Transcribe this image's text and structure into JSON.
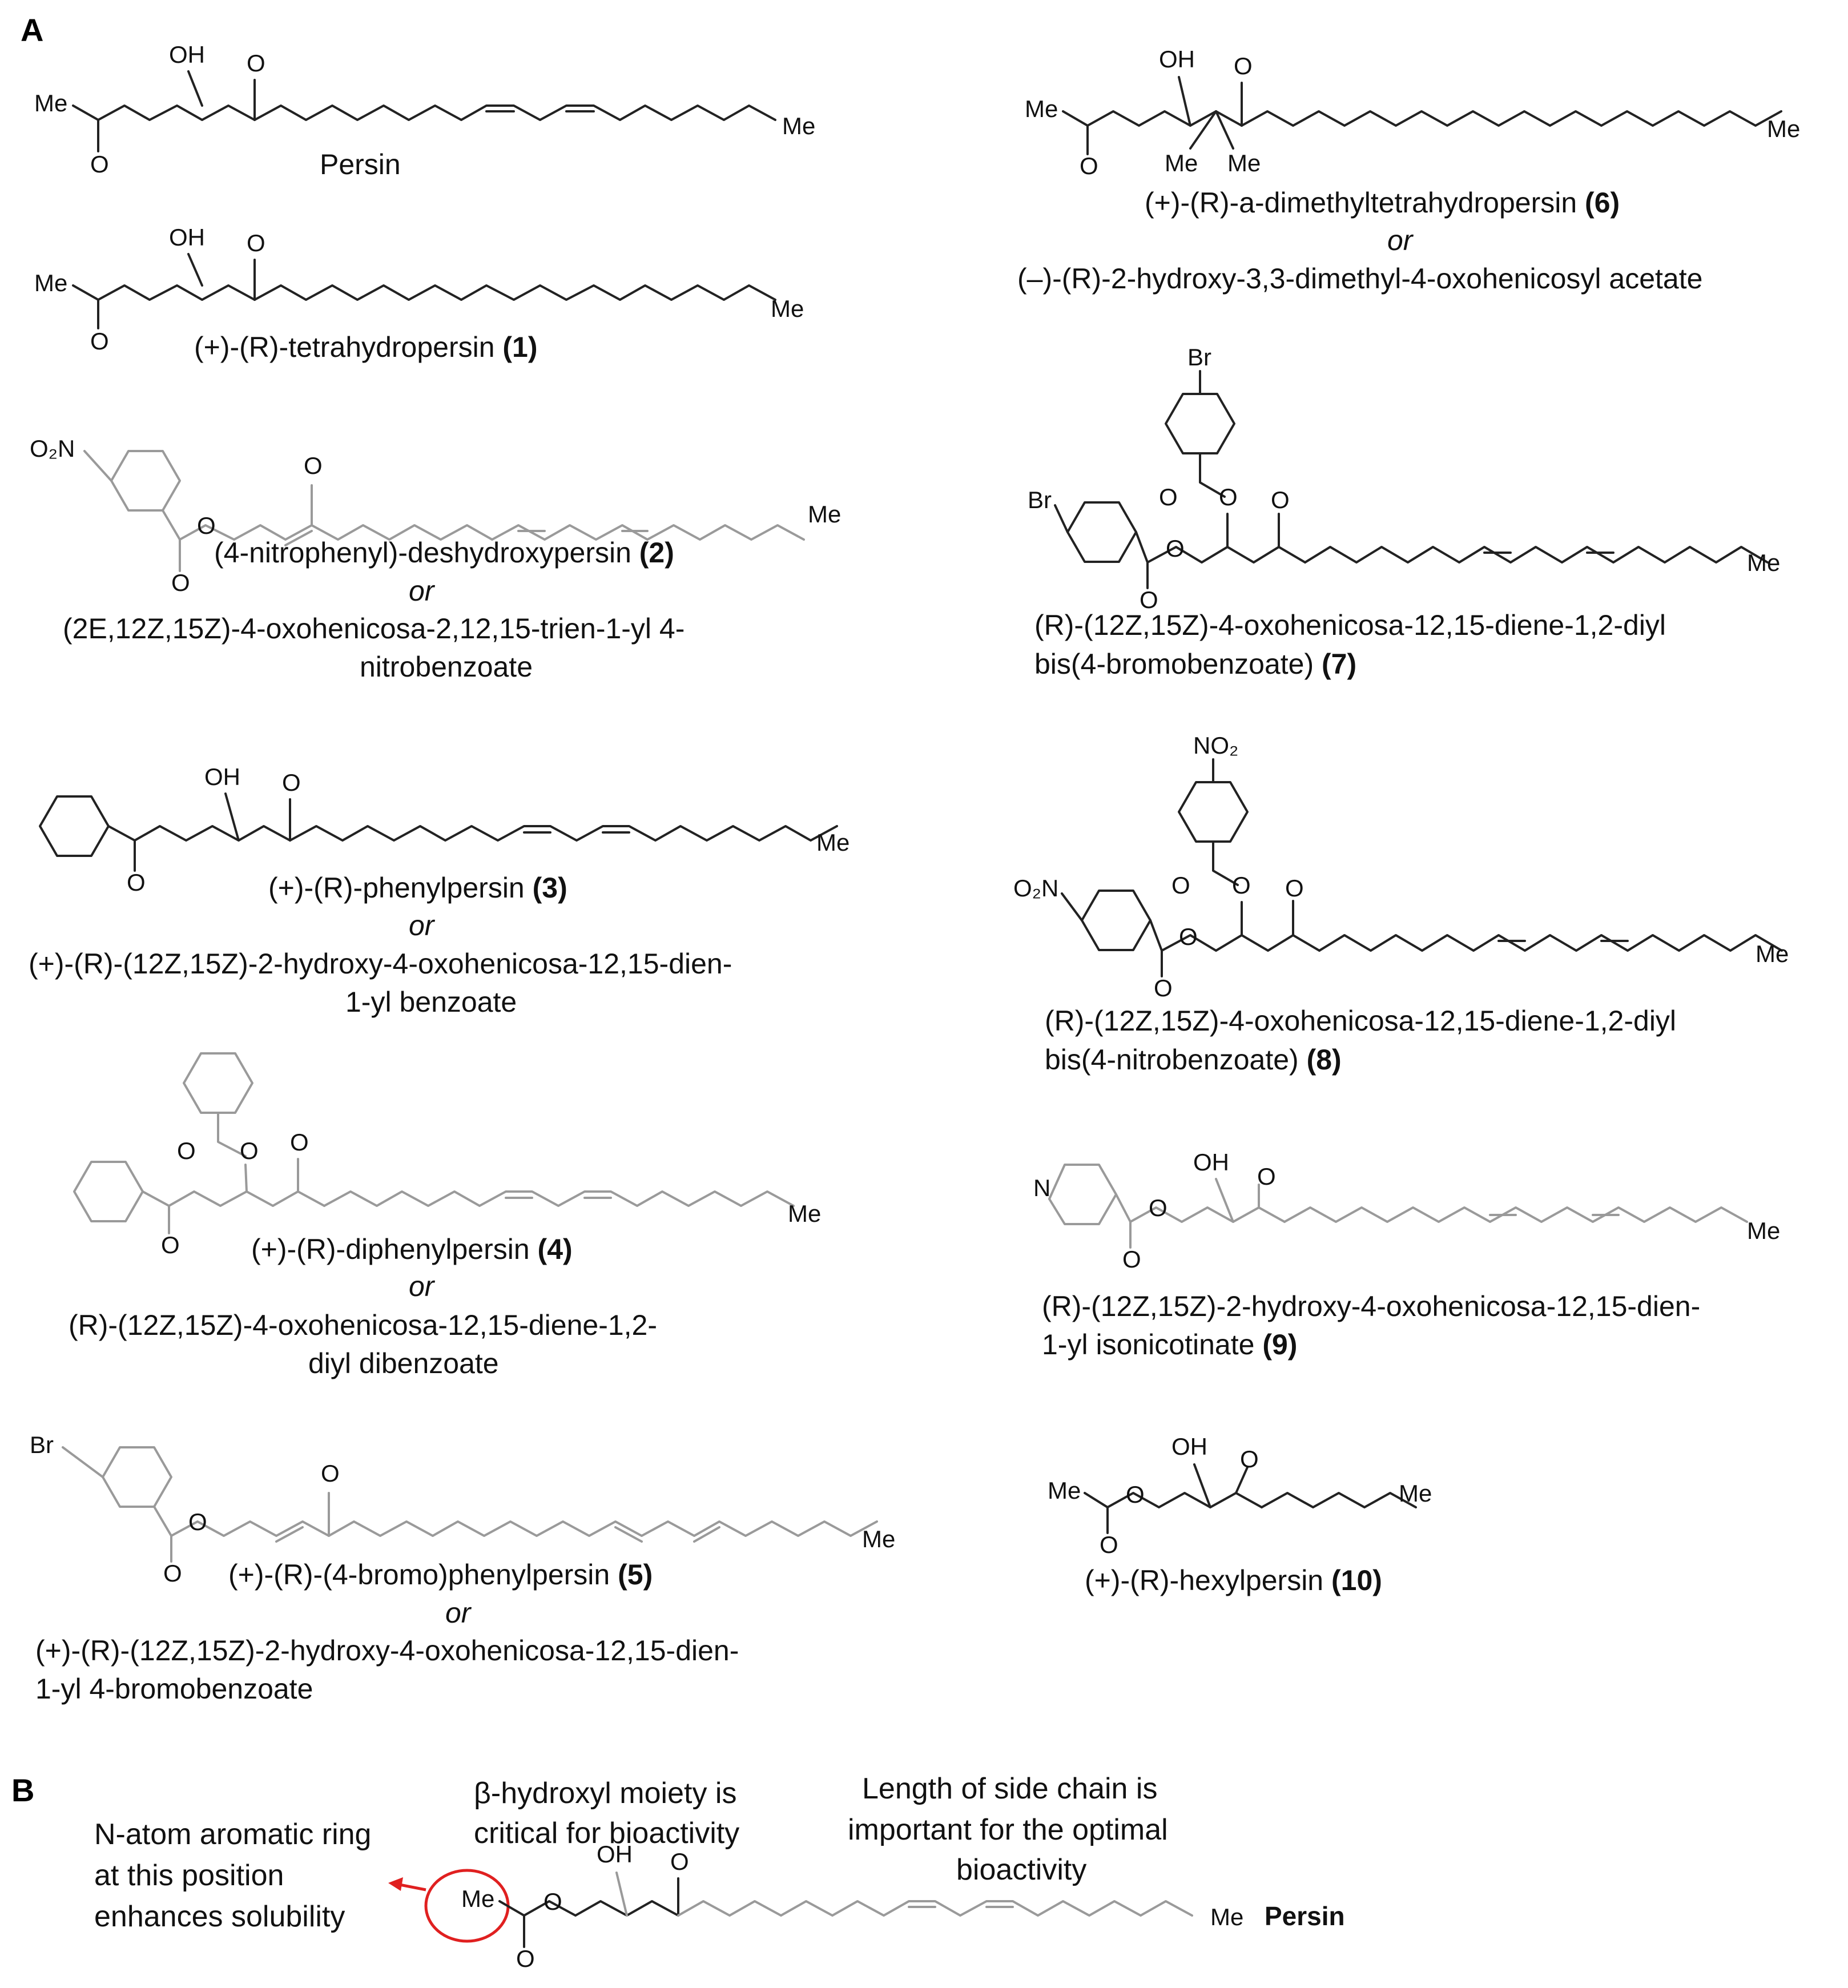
{
  "panels": {
    "a": "A",
    "b": "B"
  },
  "atoms": {
    "me": "Me",
    "oh": "OH",
    "o": "O",
    "o2n": "O₂N",
    "no2": "NO₂",
    "br": "Br",
    "n": "N"
  },
  "compounds": {
    "persin": {
      "name": "Persin"
    },
    "c1": {
      "line1": "(+)-(R)-tetrahydropersin ",
      "num": "(1)"
    },
    "c2": {
      "line1": "(4-nitrophenyl)-deshydroxypersin ",
      "num": "(2)",
      "or": "or",
      "alt1": "(2E,12Z,15Z)-4-oxohenicosa-2,12,15-trien-1-yl 4-",
      "alt2": "nitrobenzoate"
    },
    "c3": {
      "line1": "(+)-(R)-phenylpersin ",
      "num": "(3)",
      "or": "or",
      "alt1": "(+)-(R)-(12Z,15Z)-2-hydroxy-4-oxohenicosa-12,15-dien-",
      "alt2": "1-yl benzoate"
    },
    "c4": {
      "line1": "(+)-(R)-diphenylpersin ",
      "num": "(4)",
      "or": "or",
      "alt1": "(R)-(12Z,15Z)-4-oxohenicosa-12,15-diene-1,2-",
      "alt2": "diyl dibenzoate"
    },
    "c5": {
      "line1": "(+)-(R)-(4-bromo)phenylpersin ",
      "num": "(5)",
      "or": "or",
      "alt1": "(+)-(R)-(12Z,15Z)-2-hydroxy-4-oxohenicosa-12,15-dien-",
      "alt2": "1-yl 4-bromobenzoate"
    },
    "c6": {
      "line1": "(+)-(R)-a-dimethyltetrahydropersin ",
      "num": "(6)",
      "or": "or",
      "alt1": "(–)-(R)-2-hydroxy-3,3-dimethyl-4-oxohenicosyl acetate"
    },
    "c7": {
      "line1": "(R)-(12Z,15Z)-4-oxohenicosa-12,15-diene-1,2-diyl",
      "line2": "bis(4-bromobenzoate) ",
      "num": "(7)"
    },
    "c8": {
      "line1": "(R)-(12Z,15Z)-4-oxohenicosa-12,15-diene-1,2-diyl",
      "line2": "bis(4-nitrobenzoate) ",
      "num": "(8)"
    },
    "c9": {
      "line1": "(R)-(12Z,15Z)-2-hydroxy-4-oxohenicosa-12,15-dien-",
      "line2": "1-yl isonicotinate ",
      "num": "(9)"
    },
    "c10": {
      "line1": "(+)-(R)-hexylpersin ",
      "num": "(10)"
    }
  },
  "panel_b": {
    "note_left": [
      "N-atom aromatic ring",
      "at this position",
      "enhances solubility"
    ],
    "note_mid": [
      "β-hydroxyl moiety is",
      "critical for bioactivity"
    ],
    "note_right": [
      "Length of side chain is",
      "important for the optimal",
      "bioactivity"
    ],
    "label": "Persin",
    "highlight_color": "#e02020"
  }
}
